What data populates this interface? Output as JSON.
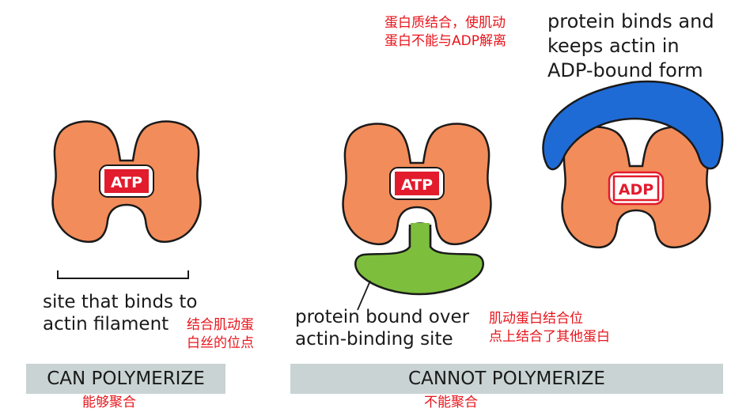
{
  "labels": {
    "atp_1": "ATP",
    "atp_2": "ATP",
    "adp": "ADP",
    "site_binds": "site that binds to\nactin filament",
    "site_binds_cn": "结合肌动蛋\n白丝的位点",
    "protein_bound": "protein bound over\nactin-binding site",
    "protein_bound_cn": "肌动蛋白结合位\n点上结合了其他蛋白",
    "protein_binds": "protein binds and\nkeeps actin in\nADP-bound form",
    "protein_binds_cn": "蛋白质结合，使肌动\n蛋白不能与ADP解离",
    "can_polymerize": "CAN POLYMERIZE",
    "can_polymerize_cn": "能够聚合",
    "cannot_polymerize": "CANNOT POLYMERIZE",
    "cannot_polymerize_cn": "不能聚合"
  },
  "colors": {
    "actin_fill": "#f28c5a",
    "outline": "#1a1a1a",
    "atp_fill": "#e21b2d",
    "adp_outline": "#e21b2d",
    "binding_protein_green": "#7dbf3c",
    "cap_protein_blue": "#1f6bd6",
    "band_gray": "#c9d3d3",
    "chinese_text": "#e8141b"
  }
}
